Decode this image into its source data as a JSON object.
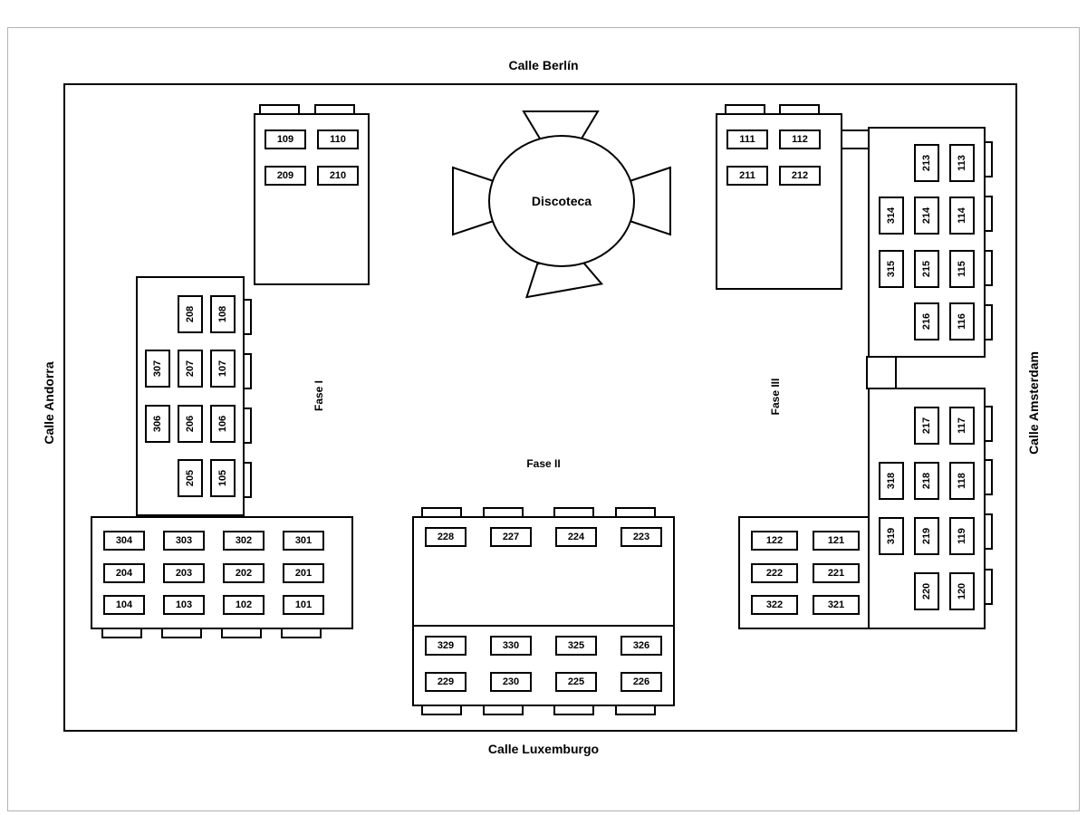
{
  "streets": {
    "top": "Calle Berlín",
    "bottom": "Calle Luxemburgo",
    "left": "Calle Andorra",
    "right": "Calle Amsterdam"
  },
  "venue": {
    "center_label": "Discoteca"
  },
  "phases": {
    "fase1": "Fase I",
    "fase2": "Fase II",
    "fase3": "Fase III"
  },
  "colors": {
    "ink": "#000000",
    "paper": "#ffffff",
    "frame": "#b3b3b3"
  },
  "blocks": {
    "top_left": {
      "rows": [
        [
          "109",
          "110"
        ],
        [
          "209",
          "210"
        ]
      ]
    },
    "top_right": {
      "rows": [
        [
          "111",
          "112"
        ],
        [
          "211",
          "212"
        ]
      ]
    },
    "left_middle": {
      "rows": [
        [
          null,
          "208",
          "108"
        ],
        [
          "307",
          "207",
          "107"
        ],
        [
          "306",
          "206",
          "106"
        ],
        [
          null,
          "205",
          "105"
        ]
      ]
    },
    "right_upper": {
      "rows": [
        [
          null,
          "213",
          "113"
        ],
        [
          "314",
          "214",
          "114"
        ],
        [
          "315",
          "215",
          "115"
        ],
        [
          null,
          "216",
          "116"
        ]
      ]
    },
    "right_lower": {
      "rows": [
        [
          null,
          "217",
          "117"
        ],
        [
          "318",
          "218",
          "118"
        ],
        [
          "319",
          "219",
          "119"
        ],
        [
          null,
          "220",
          "120"
        ]
      ]
    },
    "bottom_left": {
      "rows": [
        [
          "304",
          "303",
          "302",
          "301"
        ],
        [
          "204",
          "203",
          "202",
          "201"
        ],
        [
          "104",
          "103",
          "102",
          "101"
        ]
      ]
    },
    "center_top": {
      "rows": [
        [
          "228",
          "227",
          "224",
          "223"
        ]
      ]
    },
    "center_bottom": {
      "rows": [
        [
          "329",
          "330",
          "325",
          "326"
        ],
        [
          "229",
          "230",
          "225",
          "226"
        ]
      ]
    },
    "bottom_right": {
      "rows": [
        [
          "122",
          "121"
        ],
        [
          "222",
          "221"
        ],
        [
          "322",
          "321"
        ]
      ]
    }
  }
}
